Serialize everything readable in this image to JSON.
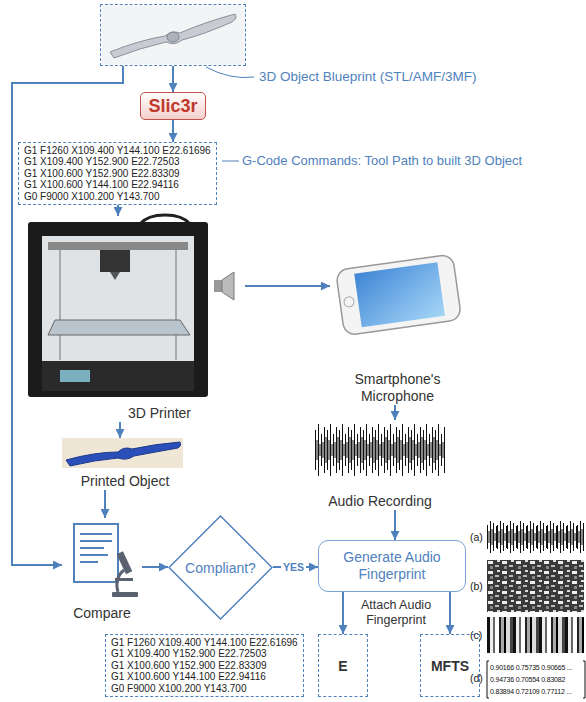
{
  "diagram": {
    "nodes": [
      {
        "text": [
          "3D Object Blueprint (STL/AMF/3MF)"
        ]
      },
      {
        "text": [
          "Slic3r"
        ]
      },
      {
        "text": [
          "G1 F1260 X109.400 Y144.100 E22.61696",
          "G1 X109.400 Y152.900 E22.72503",
          "G1 X100.600 Y152.900 E22.83309",
          "G1 X100.600 Y144.100 E22.94116",
          "G0 F9000 X100.200 Y143.700"
        ]
      },
      {
        "text": [
          "3D Printer"
        ]
      },
      {
        "text": [
          "Smartphone's Microphone"
        ]
      },
      {
        "text": [
          "Printed Object"
        ]
      },
      {
        "text": [
          "Audio Recording"
        ]
      },
      {
        "text": [
          "Compare"
        ]
      },
      {
        "text": [
          "Compliant?"
        ]
      },
      {
        "text": [
          "Generate Audio Fingerprint"
        ]
      },
      {
        "text": [
          "G1 F1260 X109.400 Y144.100 E22.61696",
          "G1 X109.400 Y152.900 E22.72503",
          "G1 X100.600 Y152.900 E22.83309",
          "G1 X100.600 Y144.100 E22.94116",
          "G0 F9000 X100.200 Y143.700"
        ]
      },
      {
        "text": [
          "E"
        ]
      },
      {
        "text": [
          "MFTS"
        ]
      }
    ],
    "edges": [
      {
        "from": 0,
        "to": 1,
        "arrow": "to"
      },
      {
        "from": 1,
        "to": 2,
        "arrow": "to"
      },
      {
        "from": 2,
        "to": 3,
        "arrow": "to"
      },
      {
        "from": 3,
        "to": 4,
        "arrow": "to"
      },
      {
        "from": 3,
        "to": 5,
        "arrow": "to"
      },
      {
        "from": 5,
        "to": 7,
        "arrow": "to"
      },
      {
        "from": 4,
        "to": 6,
        "arrow": "to"
      },
      {
        "from": 6,
        "to": 9,
        "arrow": "to"
      },
      {
        "from": 0,
        "to": 7,
        "arrow": "to"
      },
      {
        "from": 7,
        "to": 8,
        "arrow": "to"
      },
      {
        "from": 8,
        "to": 9,
        "label": "YES",
        "arrow": "to"
      },
      {
        "from": 9,
        "to": 11,
        "arrow": "to"
      },
      {
        "from": 9,
        "to": 12,
        "arrow": "to"
      }
    ],
    "labels": [
      "G-Code Commands: Tool Path to built 3D Object",
      "Attach Audio Fingerprint",
      "(a)",
      "(b)",
      "(c)",
      "(d)",
      "0.90166 0.75735 0.90665 ...",
      "0.94736 0.70554 0.83082",
      "0.83894 0.72109 0.77112 ..."
    ]
  }
}
